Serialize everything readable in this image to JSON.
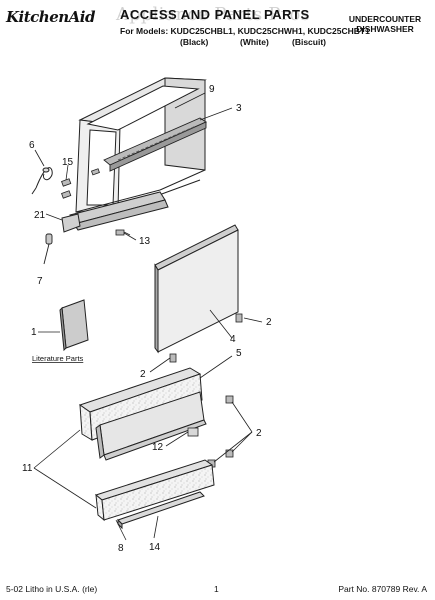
{
  "header": {
    "brand": "KitchenAid",
    "title": "ACCESS AND PANEL PARTS",
    "watermark": "Appliance Parts Pros",
    "models_line": "For Models: KUDC25CHBL1, KUDC25CHWH1, KUDC25CHBT1",
    "colors": [
      "(Black)",
      "(White)",
      "(Biscuit)"
    ],
    "product_type": [
      "UNDERCOUNTER",
      "DISHWASHER"
    ]
  },
  "diagram": {
    "callouts": [
      "9",
      "3",
      "6",
      "15",
      "21",
      "13",
      "7",
      "1",
      "2",
      "4",
      "2",
      "5",
      "11",
      "12",
      "2",
      "8",
      "14"
    ],
    "literature_label": "Literature Parts"
  },
  "footer": {
    "left": "5-02 Litho in U.S.A. (rle)",
    "page": "1",
    "part_no": "Part No. 870789 Rev. A"
  }
}
